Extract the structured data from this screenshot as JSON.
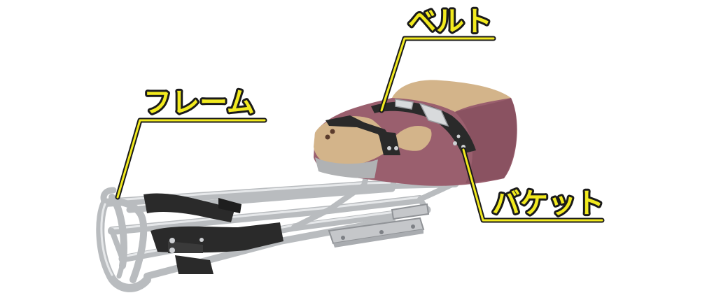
{
  "labels": {
    "frame": "フレーム",
    "belt": "ベルト",
    "bucket": "バケット"
  },
  "colors": {
    "label_fill": "#f2ea1f",
    "label_outline": "#1a1a1a",
    "frame_metal": "#c9cbcd",
    "bucket_top": "#d3b48a",
    "bucket_side": "#9a5f6e",
    "strap": "#2a2a2a"
  }
}
